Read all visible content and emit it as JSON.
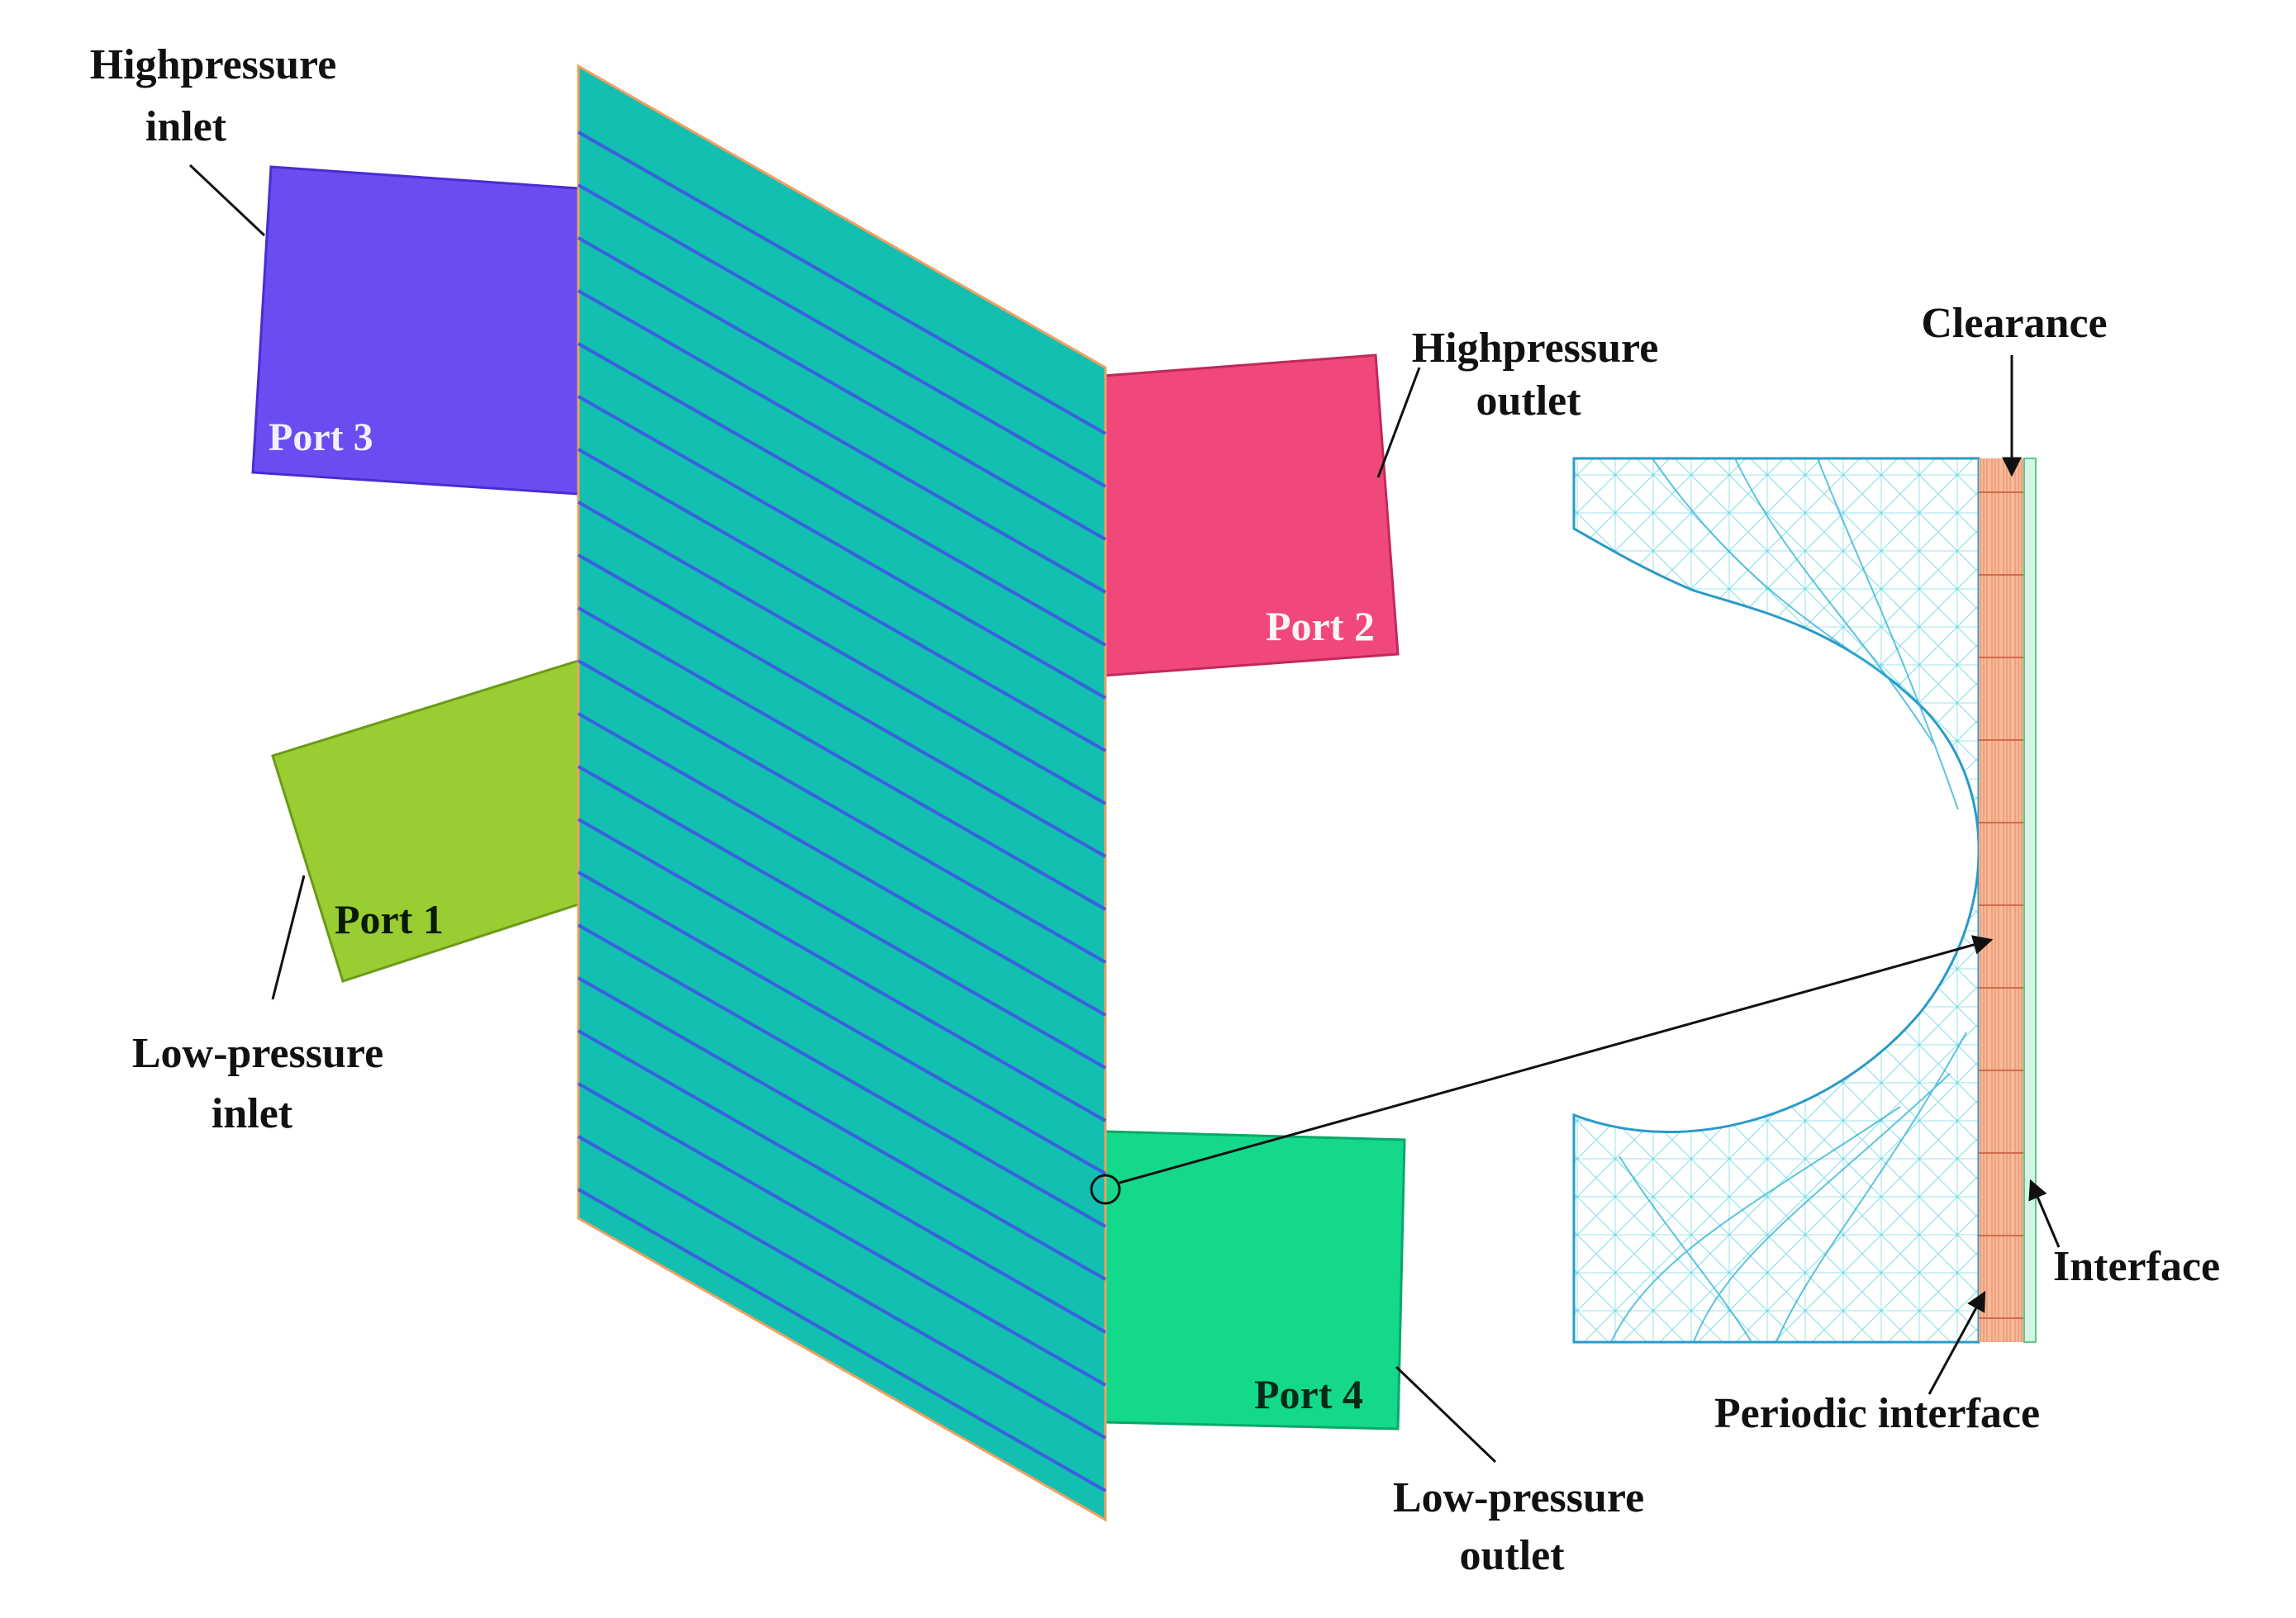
{
  "labels": {
    "hp_inlet_1": "Highpressure",
    "hp_inlet_2": "inlet",
    "hp_outlet_1": "Highpressure",
    "hp_outlet_2": "outlet",
    "lp_inlet_1": "Low-pressure",
    "lp_inlet_2": "inlet",
    "lp_outlet_1": "Low-pressure",
    "lp_outlet_2": "outlet",
    "clearance": "Clearance",
    "interface": "Interface",
    "periodic_interface": "Periodic interface"
  },
  "ports": {
    "port1": "Port 1",
    "port2": "Port 2",
    "port3": "Port 3",
    "port4": "Port 4"
  },
  "colors": {
    "rotor": "#12bfb0",
    "rotor_lines": "#3a5fe0",
    "port1": "#9acd32",
    "port2": "#f0487a",
    "port3": "#6a4cf0",
    "port4": "#14d98a",
    "mesh": "#3cc8d8",
    "clearance": "#f7b998"
  }
}
